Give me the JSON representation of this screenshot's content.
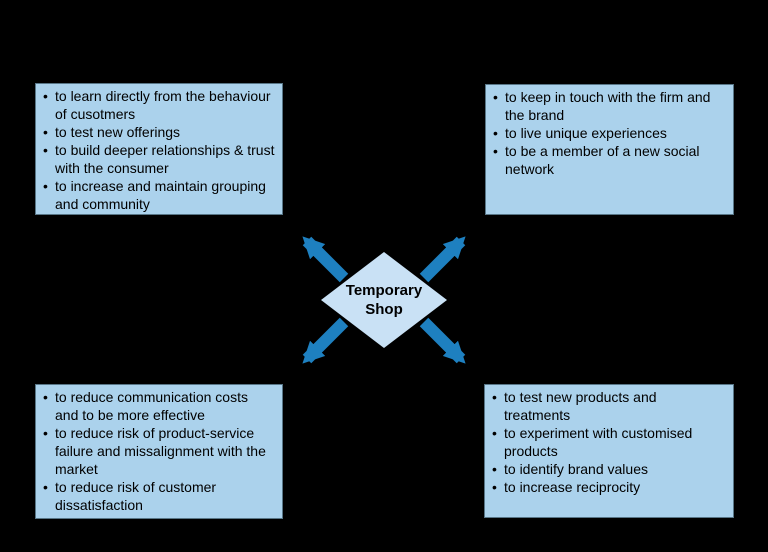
{
  "page": {
    "background_color": "#000000"
  },
  "hub": {
    "label": "Temporary Shop"
  },
  "quadrants": {
    "top_left": {
      "bullets": [
        "to learn directly from the behaviour of cusotmers",
        "to test new offerings",
        "to build deeper relationships & trust with the consumer",
        "to increase and maintain grouping and community"
      ]
    },
    "top_right": {
      "bullets": [
        "to keep in touch with the firm and the brand",
        "to live unique experiences",
        "to be a member of a new social network"
      ]
    },
    "bottom_left": {
      "bullets": [
        "to reduce communication costs and to be more effective",
        "to reduce risk of product-service failure and missalignment with the market",
        "to reduce risk of customer dissatisfaction"
      ]
    },
    "bottom_right": {
      "bullets": [
        "to test new products and treatments",
        "to experiment with customised products",
        "to identify brand values",
        "to increase reciprocity"
      ]
    }
  },
  "colors": {
    "box_fill": "#abd2ec",
    "box_border": "#587687",
    "diamond_fill": "#c9e1f5",
    "arrow": "#1e80c0",
    "text": "#000000"
  }
}
